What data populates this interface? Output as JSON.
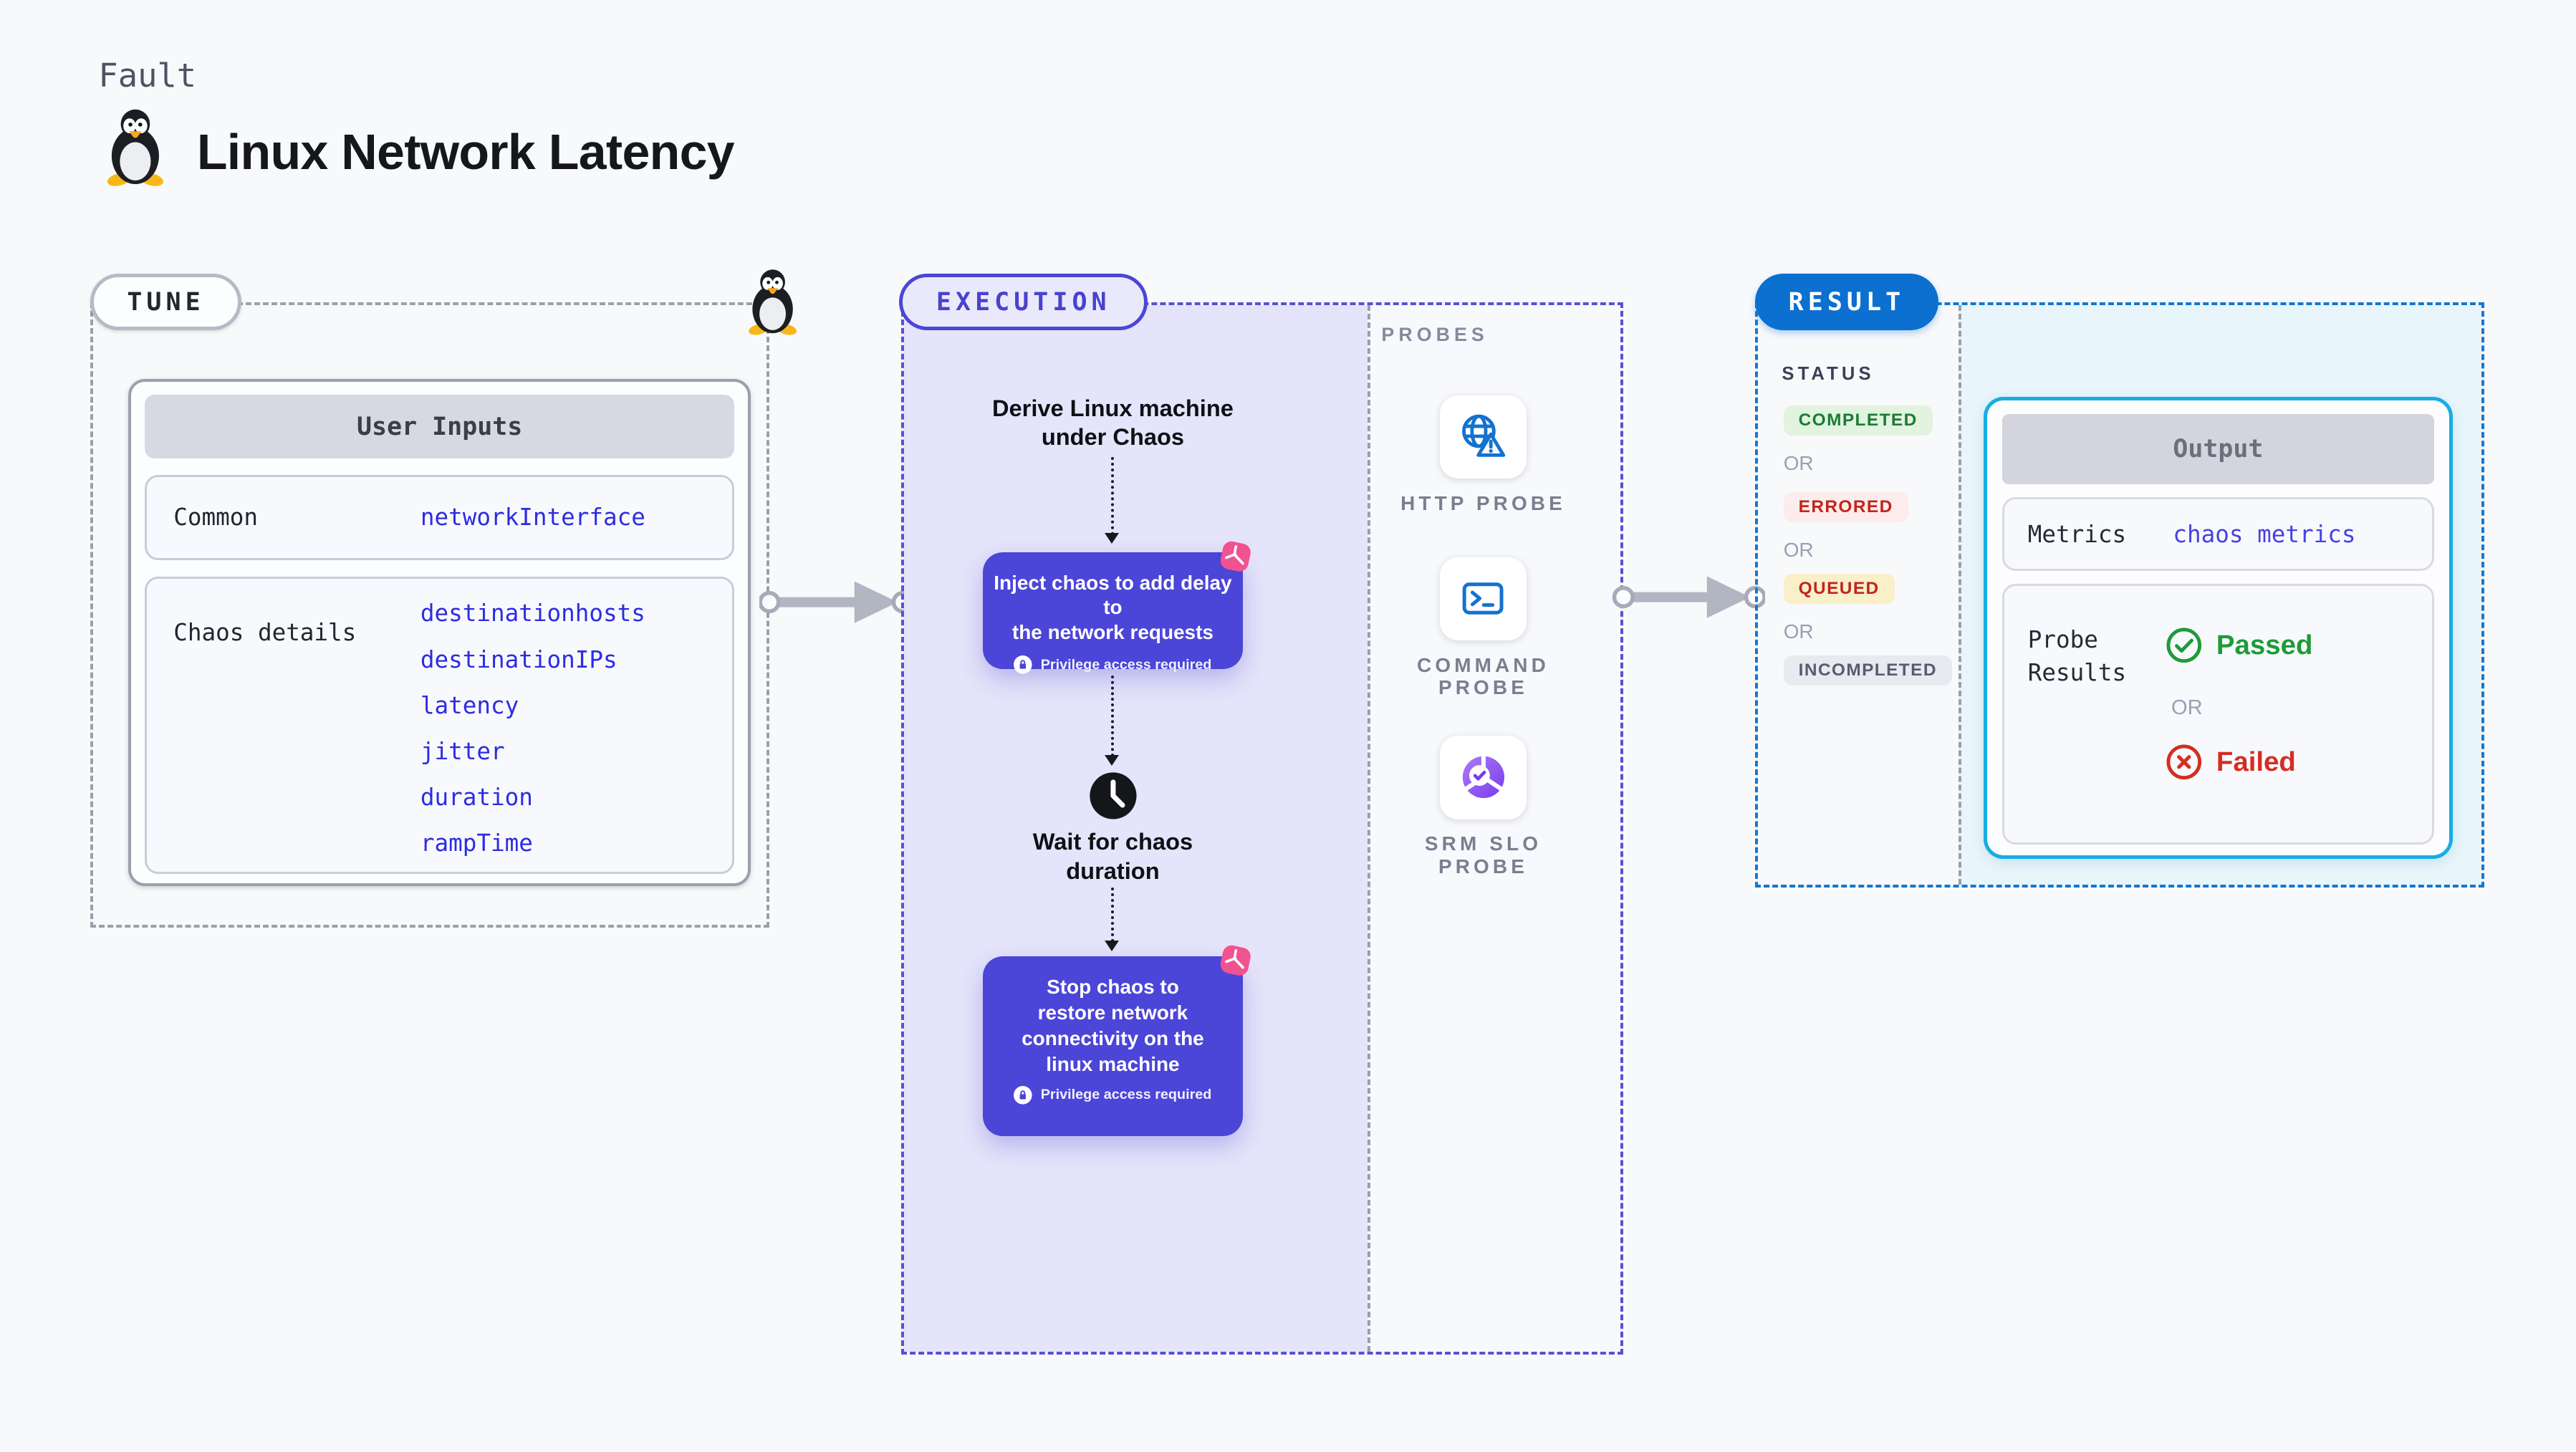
{
  "header": {
    "eyebrow": "Fault",
    "title": "Linux Network Latency"
  },
  "tune": {
    "label": "TUNE",
    "card_title": "User Inputs",
    "rows": [
      {
        "label": "Common",
        "values": [
          "networkInterface"
        ]
      },
      {
        "label": "Chaos details",
        "values": [
          "destinationhosts",
          "destinationIPs",
          "latency",
          "jitter",
          "duration",
          "rampTime"
        ]
      }
    ]
  },
  "execution": {
    "label": "EXECUTION",
    "derive": {
      "line1": "Derive Linux machine",
      "line2": "under Chaos"
    },
    "inject": {
      "line1": "Inject chaos to add delay to",
      "line2": "the network requests",
      "privilege": "Privilege access required"
    },
    "wait": {
      "line1": "Wait for chaos",
      "line2": "duration"
    },
    "stop": {
      "line1": "Stop chaos to",
      "line2": "restore network",
      "line3": "connectivity on the",
      "line4": "linux machine",
      "privilege": "Privilege access required"
    },
    "probes": {
      "label": "PROBES",
      "items": [
        {
          "name": "http-probe",
          "line1": "HTTP PROBE",
          "line2": ""
        },
        {
          "name": "command-probe",
          "line1": "COMMAND",
          "line2": "PROBE"
        },
        {
          "name": "srm-slo-probe",
          "line1": "SRM SLO",
          "line2": "PROBE"
        }
      ]
    }
  },
  "result": {
    "label": "RESULT",
    "status_label": "STATUS",
    "or": "OR",
    "statuses": [
      {
        "label": "COMPLETED"
      },
      {
        "label": "ERRORED"
      },
      {
        "label": "QUEUED"
      },
      {
        "label": "INCOMPLETED"
      }
    ],
    "output": {
      "title": "Output",
      "metrics_label": "Metrics",
      "metrics_value": "chaos metrics",
      "probe_results_line1": "Probe",
      "probe_results_line2": "Results",
      "passed": "Passed",
      "or": "OR",
      "failed": "Failed"
    }
  },
  "colors": {
    "accent_indigo": "#4b45d8",
    "accent_blue": "#0b70cf",
    "accent_cyan": "#16ade4",
    "code_blue": "#2d2ce2",
    "passed_green": "#1d9b38",
    "failed_red": "#d42e21",
    "lavender_fill": "#e5e4fa",
    "cyan_fill": "#e8f5fb",
    "badge_completed_bg": "#e2f3df",
    "badge_completed_fg": "#1b7c35",
    "badge_errored_bg": "#fdecec",
    "badge_errored_fg": "#c0261d",
    "badge_queued_bg": "#f9efc9",
    "badge_queued_fg": "#c0261d",
    "badge_incompleted_bg": "#e9eaf0",
    "badge_incompleted_fg": "#585c70"
  }
}
